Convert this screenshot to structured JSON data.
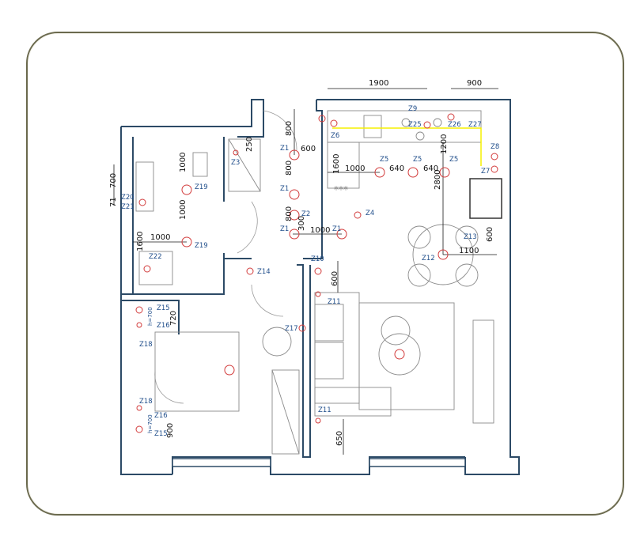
{
  "dimensions": [
    {
      "id": "d1",
      "text": "1900"
    },
    {
      "id": "d2",
      "text": "900"
    },
    {
      "id": "d3",
      "text": "800"
    },
    {
      "id": "d4",
      "text": "250"
    },
    {
      "id": "d5",
      "text": "600"
    },
    {
      "id": "d6",
      "text": "800"
    },
    {
      "id": "d7",
      "text": "1600"
    },
    {
      "id": "d8",
      "text": "1000"
    },
    {
      "id": "d9",
      "text": "640"
    },
    {
      "id": "d10",
      "text": "640"
    },
    {
      "id": "d11",
      "text": "1200"
    },
    {
      "id": "d12",
      "text": "2800"
    },
    {
      "id": "d13",
      "text": "1000"
    },
    {
      "id": "d14",
      "text": "700"
    },
    {
      "id": "d15",
      "text": "1000"
    },
    {
      "id": "d16",
      "text": "800"
    },
    {
      "id": "d17",
      "text": "300"
    },
    {
      "id": "d18",
      "text": "1000"
    },
    {
      "id": "d19",
      "text": "1600"
    },
    {
      "id": "d20",
      "text": "1000"
    },
    {
      "id": "d21",
      "text": "600"
    },
    {
      "id": "d22",
      "text": "1100"
    },
    {
      "id": "d23",
      "text": "600"
    },
    {
      "id": "d24",
      "text": "720"
    },
    {
      "id": "d25",
      "text": "900"
    },
    {
      "id": "d26",
      "text": "650"
    },
    {
      "id": "d27",
      "text": "71"
    }
  ],
  "zones": [
    {
      "id": "z1a",
      "text": "Z1"
    },
    {
      "id": "z1b",
      "text": "Z1"
    },
    {
      "id": "z1c",
      "text": "Z1"
    },
    {
      "id": "z1d",
      "text": "Z1"
    },
    {
      "id": "z2",
      "text": "Z2"
    },
    {
      "id": "z3",
      "text": "Z3"
    },
    {
      "id": "z4",
      "text": "Z4"
    },
    {
      "id": "z5a",
      "text": "Z5"
    },
    {
      "id": "z5b",
      "text": "Z5"
    },
    {
      "id": "z5c",
      "text": "Z5"
    },
    {
      "id": "z6",
      "text": "Z6"
    },
    {
      "id": "z7",
      "text": "Z7"
    },
    {
      "id": "z8",
      "text": "Z8"
    },
    {
      "id": "z9",
      "text": "Z9"
    },
    {
      "id": "z10",
      "text": "Z10"
    },
    {
      "id": "z11a",
      "text": "Z11"
    },
    {
      "id": "z11b",
      "text": "Z11"
    },
    {
      "id": "z12",
      "text": "Z12"
    },
    {
      "id": "z13",
      "text": "Z13"
    },
    {
      "id": "z14",
      "text": "Z14"
    },
    {
      "id": "z15a",
      "text": "Z15"
    },
    {
      "id": "z15b",
      "text": "Z15"
    },
    {
      "id": "z16a",
      "text": "Z16"
    },
    {
      "id": "z16b",
      "text": "Z16"
    },
    {
      "id": "z17",
      "text": "Z17"
    },
    {
      "id": "z18a",
      "text": "Z18"
    },
    {
      "id": "z18b",
      "text": "Z18"
    },
    {
      "id": "z19a",
      "text": "Z19"
    },
    {
      "id": "z19b",
      "text": "Z19"
    },
    {
      "id": "z20",
      "text": "Z20"
    },
    {
      "id": "z21",
      "text": "Z21"
    },
    {
      "id": "z22",
      "text": "Z22"
    },
    {
      "id": "z25",
      "text": "Z25"
    },
    {
      "id": "z26",
      "text": "Z26"
    },
    {
      "id": "z27",
      "text": "Z27"
    }
  ],
  "annotations": [
    {
      "id": "h1",
      "text": "h=700"
    },
    {
      "id": "h2",
      "text": "h=700"
    },
    {
      "id": "stars",
      "text": "***"
    }
  ],
  "colors": {
    "wall": "#2c4a66",
    "zone_label": "#1f4d8a",
    "marker": "#d23b3b",
    "frame": "#6b6a4e",
    "line": "#f5f000"
  }
}
